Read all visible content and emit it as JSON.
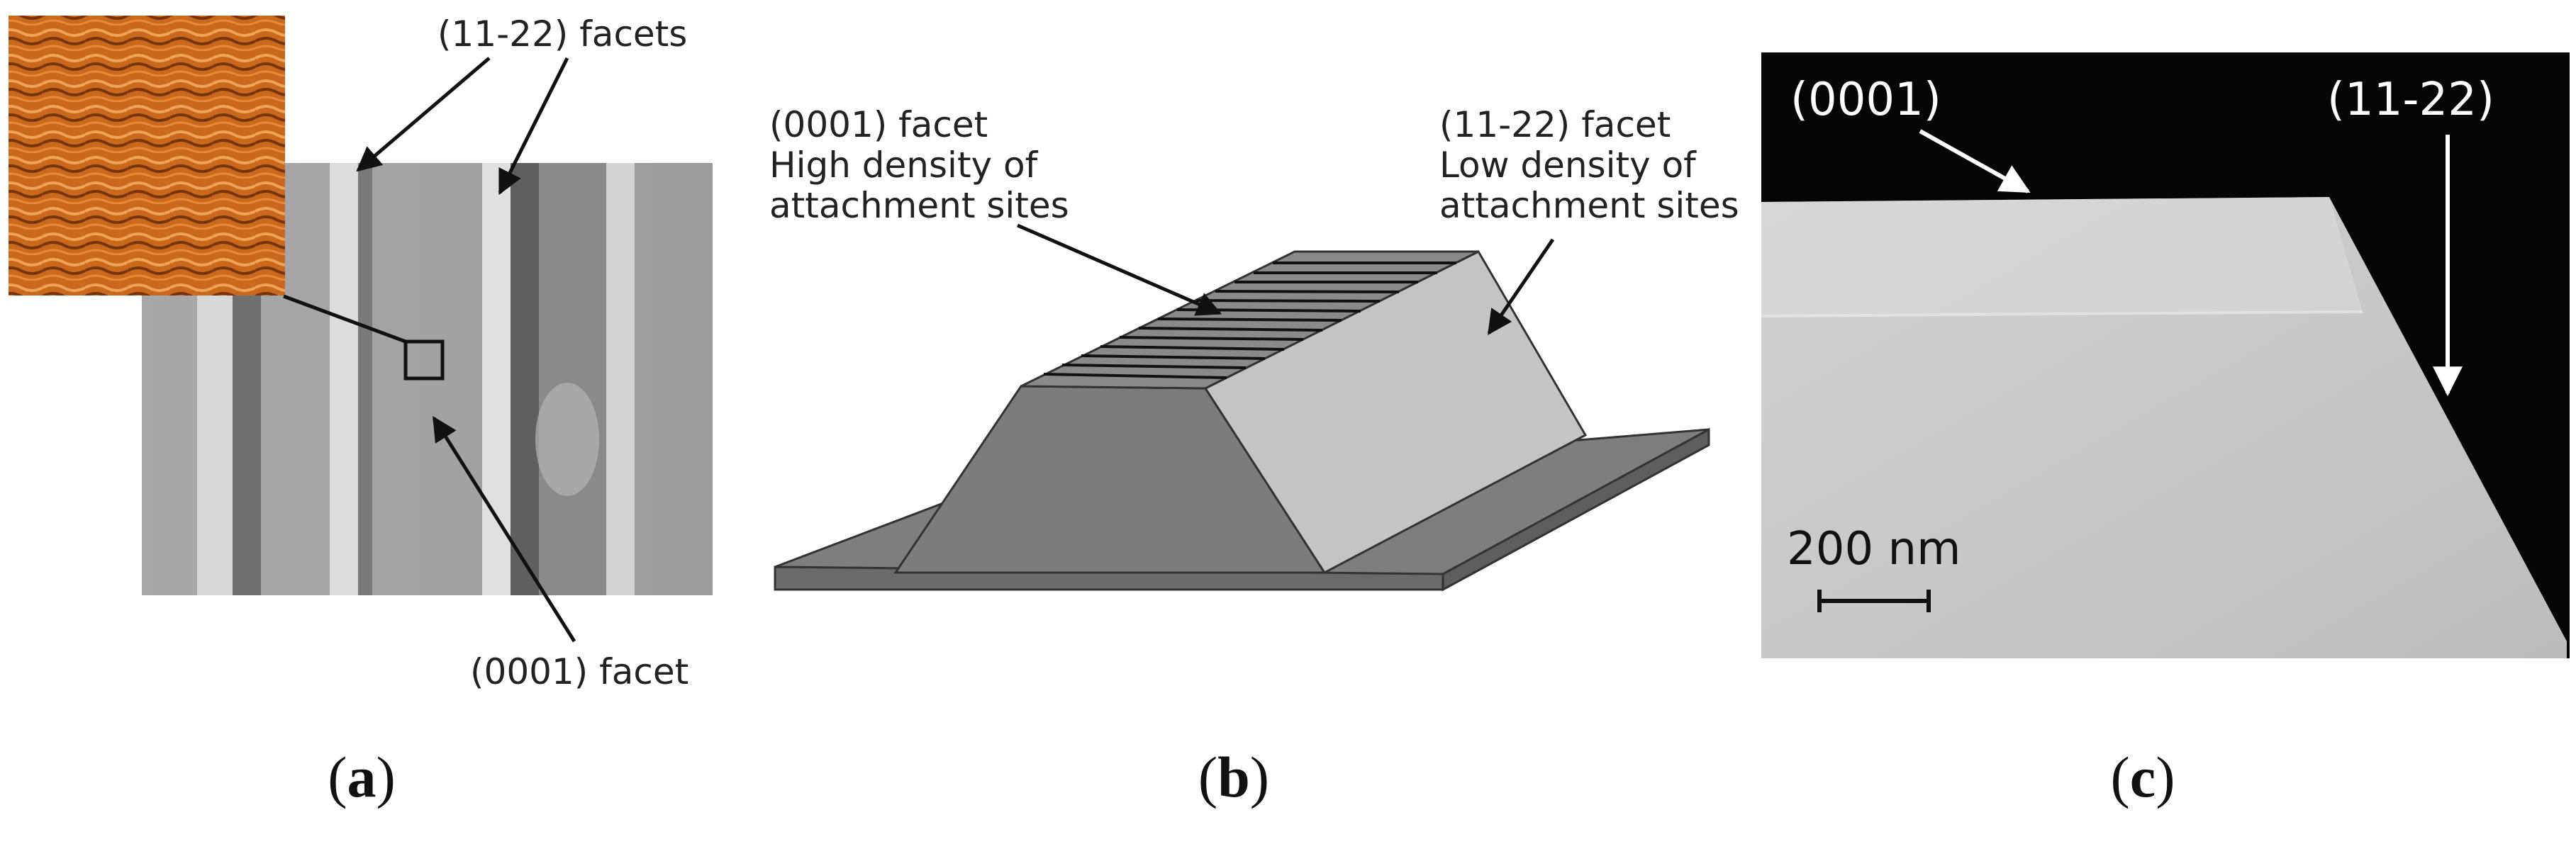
{
  "panel_a": {
    "label_top": "(11-22) facets",
    "label_bottom": "(0001) facet",
    "caption_letter": "a"
  },
  "panel_b": {
    "left_label_line1": "(0001) facet",
    "left_label_line2": "High density of",
    "left_label_line3": "attachment sites",
    "right_label_line1": "(11-22) facet",
    "right_label_line2": "Low density of",
    "right_label_line3": "attachment sites",
    "caption_letter": "b"
  },
  "panel_c": {
    "label_left": "(0001)",
    "label_right": "(11-22)",
    "scale_bar": "200 nm",
    "caption_letter": "c"
  }
}
